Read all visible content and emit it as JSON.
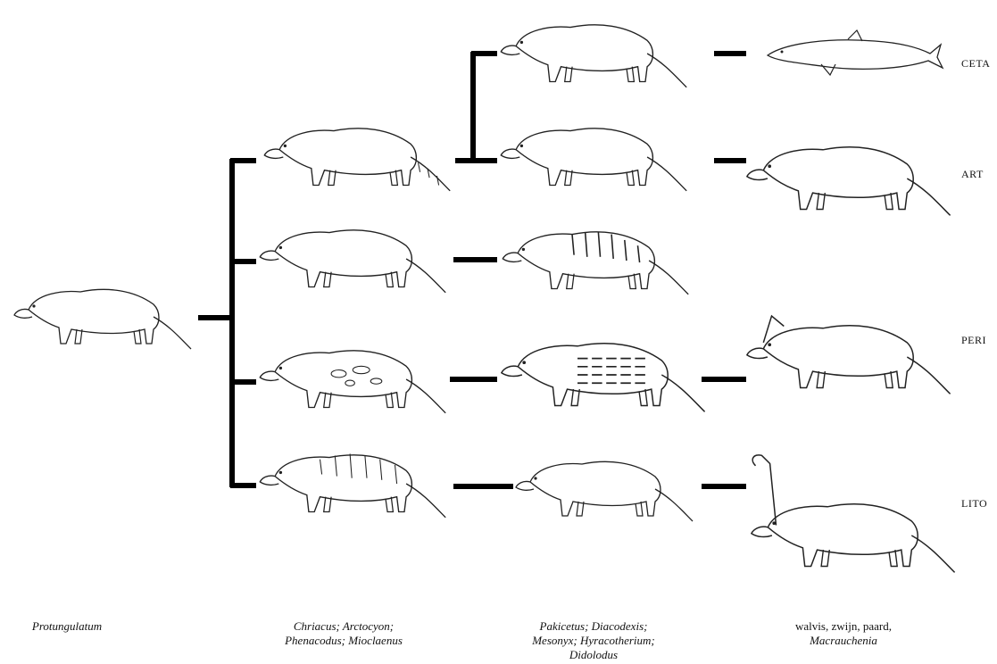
{
  "captions": {
    "col1": {
      "line1": "Protungulatum"
    },
    "col2": {
      "line1": "Chriacus; Arctocyon;",
      "line2": "Phenacodus; Mioclaenus"
    },
    "col3": {
      "line1": "Pakicetus; Diacodexis;",
      "line2": "Mesonyx; Hyracotherium;",
      "line3": "Didolodus"
    },
    "col4": {
      "line1": "walvis, zwijn, paard,",
      "line2": "Macrauchenia"
    }
  },
  "group_labels": [
    "CETA",
    "ART",
    "PERI",
    "LITO"
  ],
  "colors": {
    "line": "#000000",
    "drawing": "#222222",
    "background": "#ffffff"
  }
}
